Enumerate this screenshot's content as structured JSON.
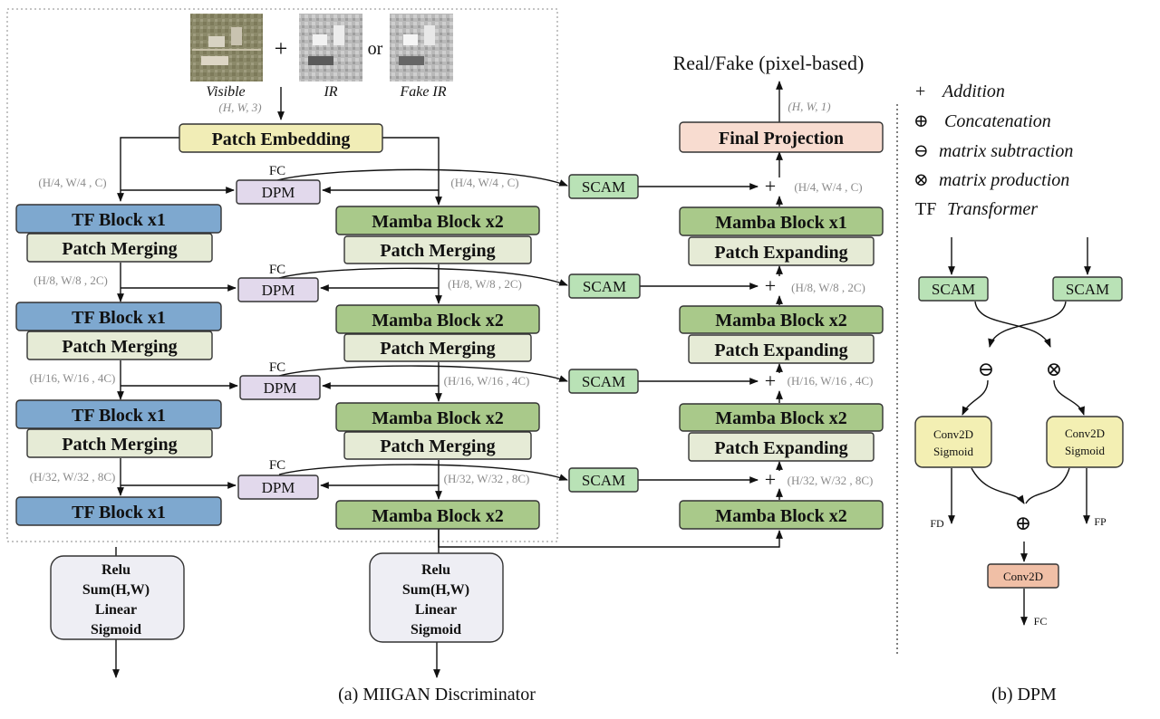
{
  "inputs": {
    "visible_label": "Visible",
    "ir_label": "IR",
    "fake_ir_label": "Fake IR",
    "plus": "+",
    "or": "or",
    "input_shape": "(H, W, 3)"
  },
  "blocks": {
    "patch_embedding": "Patch Embedding",
    "final_projection": "Final Projection",
    "output_label": "Real/Fake (pixel-based)",
    "output_shape": "(H, W, 1)",
    "tf_block": "TF Block x1",
    "patch_merging": "Patch Merging",
    "mamba_x2": "Mamba Block x2",
    "mamba_x1": "Mamba Block x1",
    "patch_expanding": "Patch Expanding",
    "dpm": "DPM",
    "scam": "SCAM",
    "fc": "FC",
    "add": "+"
  },
  "shapes": {
    "s1": "(H/4, W/4 , C)",
    "s2": "(H/8, W/8 , 2C)",
    "s3": "(H/16, W/16 , 4C)",
    "s4": "(H/32, W/32 , 8C)"
  },
  "heads": {
    "left": [
      "Relu",
      "Sum(H,W)",
      "Linear",
      "Sigmoid"
    ],
    "middle": [
      "Relu",
      "Sum(H,W)",
      "Linear",
      "Sigmoid"
    ]
  },
  "legend": [
    {
      "symbol": "+",
      "text": "Addition"
    },
    {
      "symbol": "⊕",
      "text": "Concatenation"
    },
    {
      "symbol": "⊖",
      "text": "matrix subtraction"
    },
    {
      "symbol": "⊗",
      "text": "matrix production"
    },
    {
      "symbol": "TF",
      "text": "Transformer"
    }
  ],
  "dpm_detail": {
    "scam_left": "SCAM",
    "scam_right": "SCAM",
    "minus": "⊖",
    "times": "⊗",
    "conv_left": [
      "Conv2D",
      "Sigmoid"
    ],
    "conv_right": [
      "Conv2D",
      "Sigmoid"
    ],
    "fd": "FD",
    "fp": "FP",
    "concat": "⊕",
    "conv2d": "Conv2D",
    "fc": "FC"
  },
  "captions": {
    "a": "(a) MIIGAN Discriminator",
    "b": "(b) DPM"
  },
  "colors": {
    "tf_block": "#7ea8cf",
    "mamba": "#a9c98a",
    "merge": "#e6ebd6",
    "patch_embedding": "#f1edb6",
    "final_projection": "#f8dcd0",
    "dpm": "#e2d9ec",
    "scam": "#b9e2b6",
    "head": "#eeeef4",
    "conv_sig": "#f3efb3",
    "conv2d": "#f0bfa6"
  }
}
